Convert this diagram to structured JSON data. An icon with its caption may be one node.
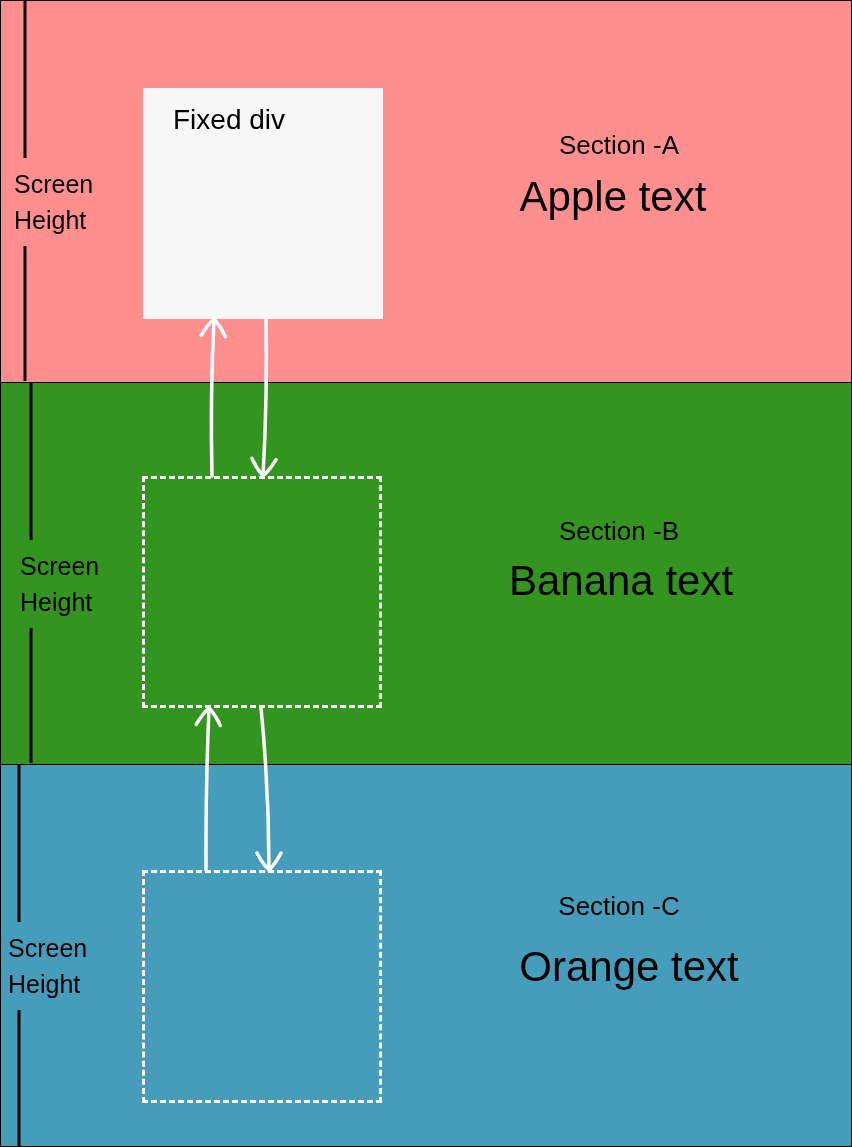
{
  "diagram": {
    "nodes": [
      {
        "text": [
          "Section -A",
          "Apple text"
        ]
      },
      {
        "text": [
          "Fixed div"
        ],
        "in": 0
      },
      {
        "text": [
          "Section -B",
          "Banana text"
        ]
      },
      {
        "text": [],
        "shape": "box",
        "in": 2
      },
      {
        "text": [
          "Section -C",
          "Orange text"
        ]
      },
      {
        "text": [],
        "shape": "box",
        "in": 4
      }
    ],
    "edges": [
      {
        "from": 3,
        "to": 1,
        "arrow": "to"
      },
      {
        "from": 1,
        "to": 3,
        "arrow": "to"
      },
      {
        "from": 5,
        "to": 3,
        "arrow": "to"
      },
      {
        "from": 3,
        "to": 5,
        "arrow": "to"
      }
    ],
    "labels": [
      "Screen Height",
      "Screen Height",
      "Screen Height"
    ]
  }
}
